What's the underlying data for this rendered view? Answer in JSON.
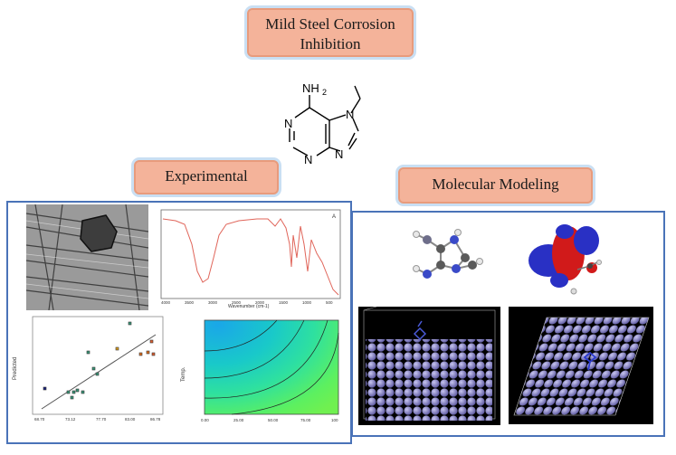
{
  "title": "Mild Steel Corrosion Inhibition",
  "molecule": {
    "nh2_label": "NH",
    "nh2_sub": "2",
    "n1": "N",
    "n3": "N",
    "n7": "N",
    "n9": "N"
  },
  "experimental": {
    "label": "Experimental",
    "ftir": {
      "corner_label": "A",
      "xlabel": "Wavenumber (cm-1)",
      "xticks": [
        "4000",
        "3500",
        "3000",
        "2500",
        "2000",
        "1500",
        "1000",
        "500"
      ]
    },
    "parity": {
      "ylabel": "Predicted",
      "xticks": [
        "68.70",
        "73.12",
        "77.70",
        "83.00",
        "86.78"
      ]
    },
    "contour": {
      "ylabel": "Temp.",
      "xticks": [
        "0.00",
        "25.00",
        "50.00",
        "75.00",
        "100"
      ]
    }
  },
  "modeling": {
    "label": "Molecular Modeling"
  },
  "colors": {
    "pill_fill": "#f4b39a",
    "panel_border": "#4a73b8",
    "atom_sphere": "#7f7bc0"
  }
}
